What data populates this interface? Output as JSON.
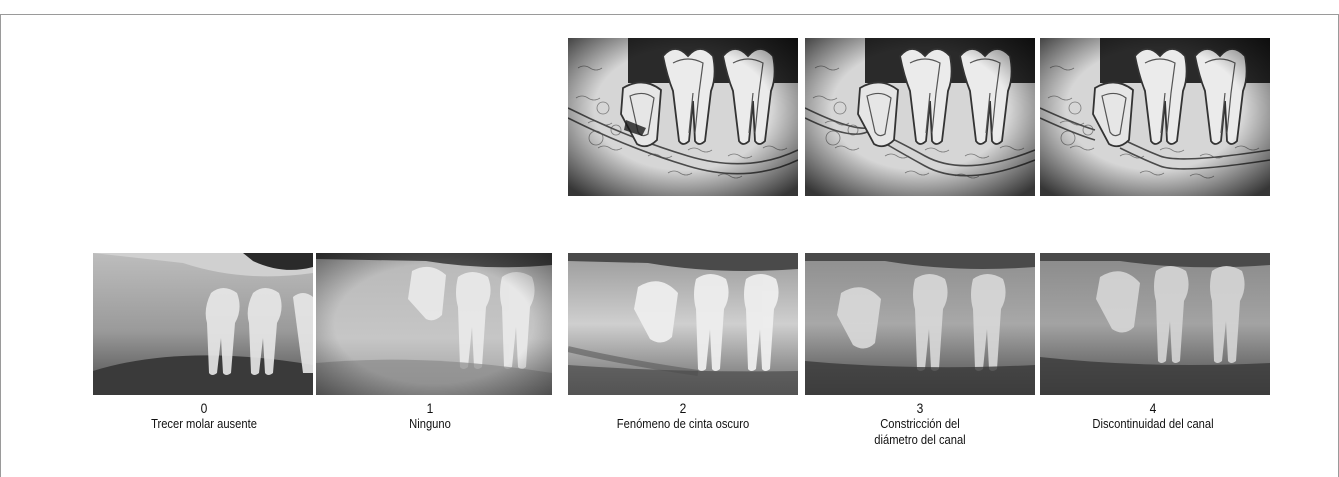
{
  "panels": [
    {
      "number": "0",
      "label": "Trecer molar ausente",
      "has_diagram": false
    },
    {
      "number": "1",
      "label": "Ninguno",
      "has_diagram": false
    },
    {
      "number": "2",
      "label": "Fenómeno de cinta oscuro",
      "has_diagram": true
    },
    {
      "number": "3",
      "label": "Constricción del diámetro del canal",
      "has_diagram": true
    },
    {
      "number": "4",
      "label": "Discontinuidad del canal",
      "has_diagram": true
    }
  ],
  "colors": {
    "drawing_bg": "#d9d9d9",
    "drawing_line": "#4a4a4a",
    "drawing_dark": "#1a1a1a",
    "xray_light": "#e8e8e8",
    "xray_dark": "#3a3a3a",
    "caption_text": "#111111",
    "frame": "#9a9a9a"
  }
}
